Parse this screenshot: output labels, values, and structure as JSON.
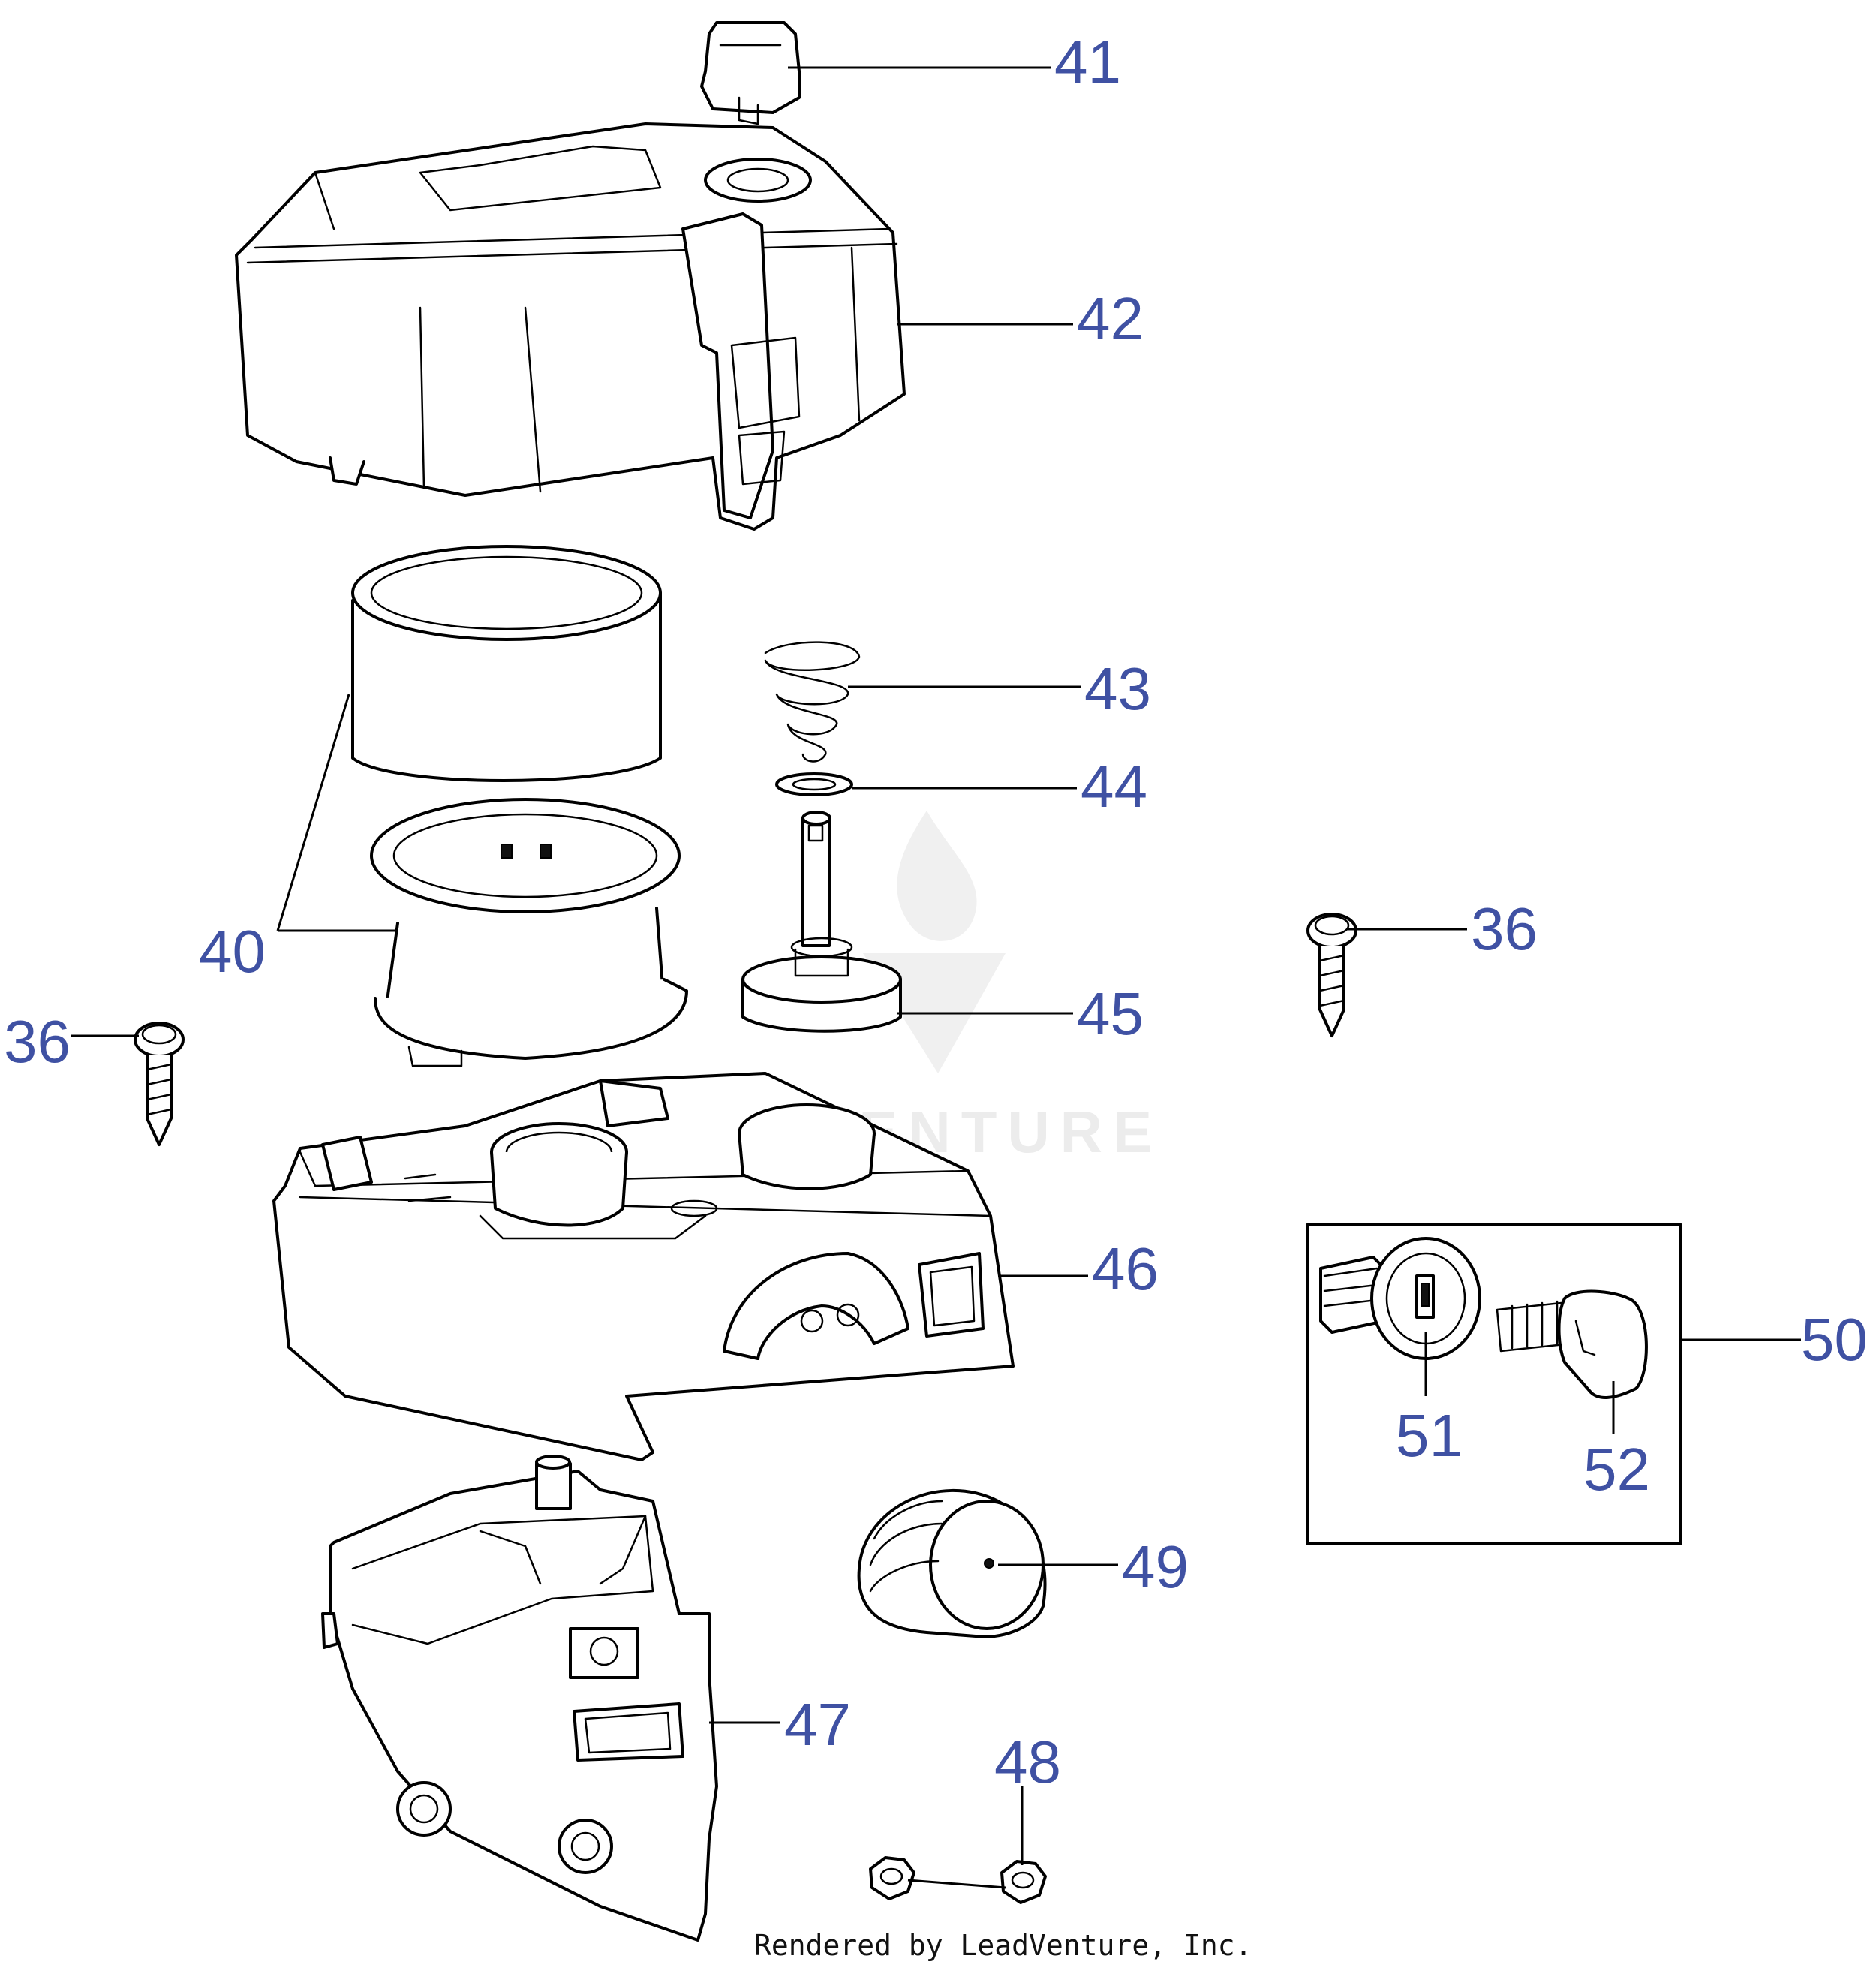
{
  "diagram": {
    "callouts": [
      {
        "id": "41",
        "label": "41"
      },
      {
        "id": "42",
        "label": "42"
      },
      {
        "id": "43",
        "label": "43"
      },
      {
        "id": "44",
        "label": "44"
      },
      {
        "id": "40",
        "label": "40"
      },
      {
        "id": "36a",
        "label": "36"
      },
      {
        "id": "36b",
        "label": "36"
      },
      {
        "id": "45",
        "label": "45"
      },
      {
        "id": "46",
        "label": "46"
      },
      {
        "id": "50",
        "label": "50"
      },
      {
        "id": "51",
        "label": "51"
      },
      {
        "id": "52",
        "label": "52"
      },
      {
        "id": "49",
        "label": "49"
      },
      {
        "id": "47",
        "label": "47"
      },
      {
        "id": "48",
        "label": "48"
      }
    ],
    "watermark": "LEADVENTURE",
    "credit": "Rendered by LeadVenture, Inc.",
    "callout_color": "#3f51a3"
  }
}
